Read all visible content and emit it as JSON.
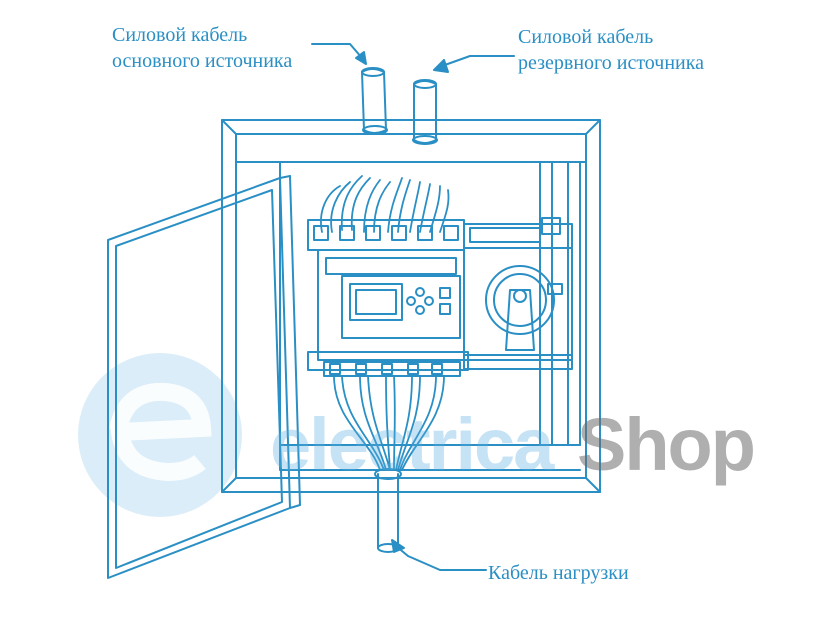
{
  "labels": {
    "main_source_cable": [
      "Силовой кабель",
      "основного источника"
    ],
    "reserve_source_cable": [
      "Силовой кабель",
      "резервного источника"
    ],
    "load_cable": "Кабель нагрузки"
  },
  "watermark": {
    "part1": "electrica",
    "part2": "Shop",
    "logo_icon": "e-logo-icon"
  },
  "colors": {
    "line": "#2a8fc4",
    "watermark_blue": "#5aafe1",
    "watermark_gray": "#6e6e6e"
  }
}
